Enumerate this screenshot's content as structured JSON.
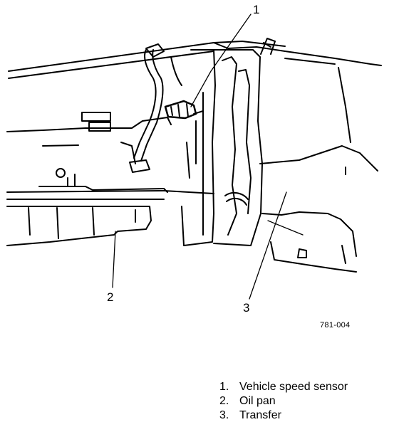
{
  "callouts": {
    "vehicle_speed_sensor": "1",
    "oil_pan": "2",
    "transfer": "3"
  },
  "figure_code": "781-004",
  "legend": {
    "items": [
      {
        "number": "1.",
        "label": "Vehicle speed sensor"
      },
      {
        "number": "2.",
        "label": "Oil pan"
      },
      {
        "number": "3.",
        "label": "Transfer"
      }
    ]
  }
}
